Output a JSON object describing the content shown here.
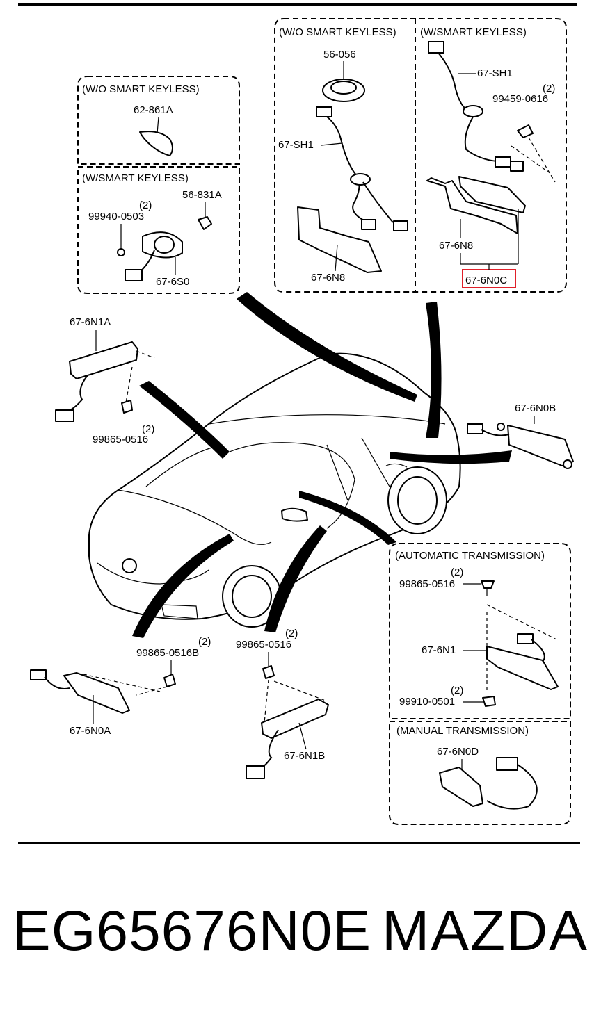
{
  "diagram": {
    "groups": {
      "wo_smart_keyless_left": "(W/O SMART KEYLESS)",
      "w_smart_keyless_left": "(W/SMART KEYLESS)",
      "wo_smart_keyless_top": "(W/O SMART KEYLESS)",
      "w_smart_keyless_top": "(W/SMART KEYLESS)",
      "automatic_transmission": "(AUTOMATIC TRANSMISSION)",
      "manual_transmission": "(MANUAL TRANSMISSION)"
    },
    "labels": {
      "p62_861A": "62-861A",
      "p56_831A": "56-831A",
      "p99940_0503": "99940-0503",
      "q99940": "(2)",
      "p67_6S0": "67-6S0",
      "p56_056": "56-056",
      "p67_SH1_left": "67-SH1",
      "p67_6N8_left": "67-6N8",
      "p67_SH1_right": "67-SH1",
      "p99459_0616": "99459-0616",
      "q99459": "(2)",
      "p67_6N8_right": "67-6N8",
      "p67_6N0C": "67-6N0C",
      "p67_6N1A": "67-6N1A",
      "p99865_0516_a": "99865-0516",
      "q99865_a": "(2)",
      "p67_6N0B": "67-6N0B",
      "p99865_0516B": "99865-0516B",
      "q99865_b": "(2)",
      "p67_6N0A": "67-6N0A",
      "p99865_0516_c": "99865-0516",
      "q99865_c": "(2)",
      "p67_6N1B": "67-6N1B",
      "p99865_0516_d": "99865-0516",
      "q99865_d": "(2)",
      "p67_6N1": "67-6N1",
      "p99910_0501": "99910-0501",
      "q99910": "(2)",
      "p67_6N0D": "67-6N0D"
    },
    "highlight_color": "#e0202a"
  },
  "footer": {
    "part_number": "EG65676N0E",
    "brand": "MAZDA"
  }
}
